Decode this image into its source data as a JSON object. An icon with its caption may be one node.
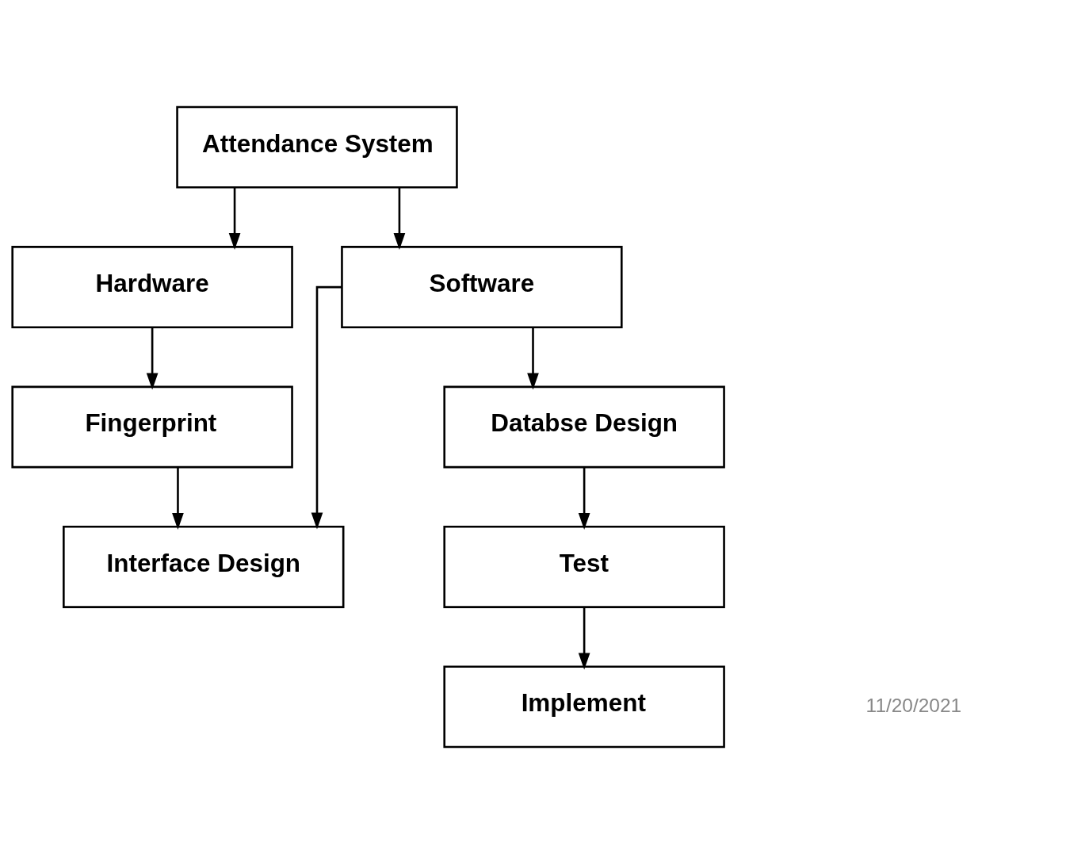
{
  "diagram": {
    "nodes": [
      {
        "text": [
          "Attendance System"
        ]
      },
      {
        "text": [
          "Hardware"
        ]
      },
      {
        "text": [
          "Software"
        ]
      },
      {
        "text": [
          "Fingerprint"
        ]
      },
      {
        "text": [
          "Databse Design"
        ]
      },
      {
        "text": [
          "Interface Design"
        ]
      },
      {
        "text": [
          "Test"
        ]
      },
      {
        "text": [
          "Implement"
        ]
      }
    ],
    "edges": [
      {
        "from": 0,
        "to": 1,
        "arrow": "to"
      },
      {
        "from": 0,
        "to": 2,
        "arrow": "to"
      },
      {
        "from": 1,
        "to": 3,
        "arrow": "to"
      },
      {
        "from": 2,
        "to": 4,
        "arrow": "to"
      },
      {
        "from": 2,
        "to": 5,
        "arrow": "to"
      },
      {
        "from": 3,
        "to": 5,
        "arrow": "to"
      },
      {
        "from": 4,
        "to": 6,
        "arrow": "to"
      },
      {
        "from": 6,
        "to": 7,
        "arrow": "to"
      }
    ],
    "labels": [
      "11/20/2021"
    ]
  }
}
